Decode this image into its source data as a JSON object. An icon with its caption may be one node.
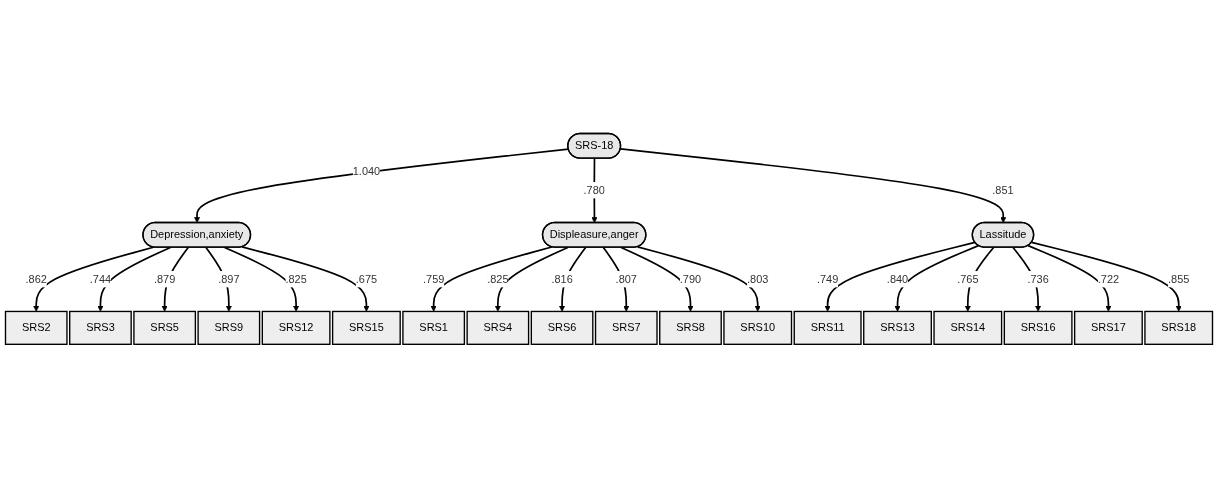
{
  "diagram": {
    "nodes": [
      {
        "text": [
          "SRS-18"
        ]
      },
      {
        "text": [
          "Depression,anxiety"
        ]
      },
      {
        "text": [
          "Displeasure,anger"
        ]
      },
      {
        "text": [
          "Lassitude"
        ]
      },
      {
        "text": [
          "SRS2"
        ]
      },
      {
        "text": [
          "SRS3"
        ]
      },
      {
        "text": [
          "SRS5"
        ]
      },
      {
        "text": [
          "SRS9"
        ]
      },
      {
        "text": [
          "SRS12"
        ]
      },
      {
        "text": [
          "SRS15"
        ]
      },
      {
        "text": [
          "SRS1"
        ]
      },
      {
        "text": [
          "SRS4"
        ]
      },
      {
        "text": [
          "SRS6"
        ]
      },
      {
        "text": [
          "SRS7"
        ]
      },
      {
        "text": [
          "SRS8"
        ]
      },
      {
        "text": [
          "SRS10"
        ]
      },
      {
        "text": [
          "SRS11"
        ]
      },
      {
        "text": [
          "SRS13"
        ]
      },
      {
        "text": [
          "SRS14"
        ]
      },
      {
        "text": [
          "SRS16"
        ]
      },
      {
        "text": [
          "SRS17"
        ]
      },
      {
        "text": [
          "SRS18"
        ]
      }
    ],
    "edges": [
      {
        "from": 0,
        "to": 1,
        "arrow": "to",
        "label": "1.040"
      },
      {
        "from": 0,
        "to": 2,
        "arrow": "to",
        "label": ".780"
      },
      {
        "from": 0,
        "to": 3,
        "arrow": "to",
        "label": ".851"
      },
      {
        "from": 1,
        "to": 4,
        "arrow": "to",
        "label": ".862"
      },
      {
        "from": 1,
        "to": 5,
        "arrow": "to",
        "label": ".744"
      },
      {
        "from": 1,
        "to": 6,
        "arrow": "to",
        "label": ".879"
      },
      {
        "from": 1,
        "to": 7,
        "arrow": "to",
        "label": ".897"
      },
      {
        "from": 1,
        "to": 8,
        "arrow": "to",
        "label": ".825"
      },
      {
        "from": 1,
        "to": 9,
        "arrow": "to",
        "label": ".675"
      },
      {
        "from": 2,
        "to": 10,
        "arrow": "to",
        "label": ".759"
      },
      {
        "from": 2,
        "to": 11,
        "arrow": "to",
        "label": ".825"
      },
      {
        "from": 2,
        "to": 12,
        "arrow": "to",
        "label": ".816"
      },
      {
        "from": 2,
        "to": 13,
        "arrow": "to",
        "label": ".807"
      },
      {
        "from": 2,
        "to": 14,
        "arrow": "to",
        "label": ".790"
      },
      {
        "from": 2,
        "to": 15,
        "arrow": "to",
        "label": ".803"
      },
      {
        "from": 3,
        "to": 16,
        "arrow": "to",
        "label": ".749"
      },
      {
        "from": 3,
        "to": 17,
        "arrow": "to",
        "label": ".840"
      },
      {
        "from": 3,
        "to": 18,
        "arrow": "to",
        "label": ".765"
      },
      {
        "from": 3,
        "to": 19,
        "arrow": "to",
        "label": ".736"
      },
      {
        "from": 3,
        "to": 20,
        "arrow": "to",
        "label": ".722"
      },
      {
        "from": 3,
        "to": 21,
        "arrow": "to",
        "label": ".855"
      }
    ]
  }
}
